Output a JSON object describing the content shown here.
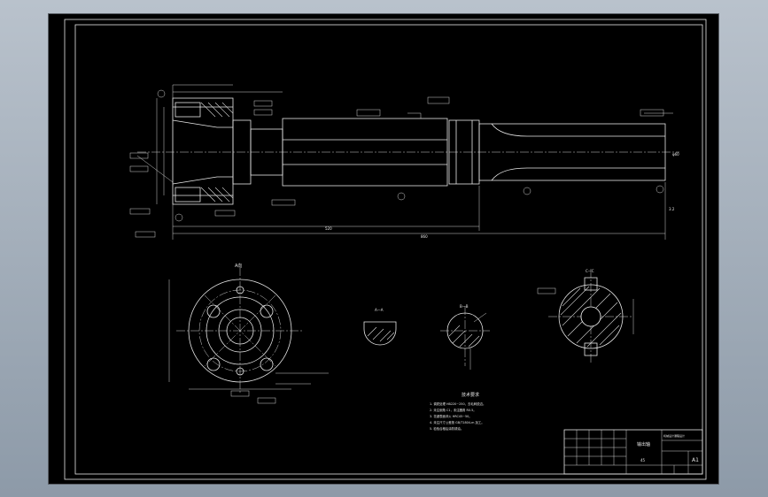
{
  "drawing": {
    "section_labels": {
      "view_left": "A—A",
      "view_mid": "B—B",
      "view_right": "C—C",
      "flange_view": "A向"
    },
    "tech_title": "技术要求",
    "tech_notes": [
      "1. 调质处理 HB220~250，去毛刺锐边。",
      "2. 未注倒角 C1，未注圆角 R0.5。",
      "3. 花键表面淬火 HRC45~50。",
      "4. 未注尺寸公差按 GB/T1804-m 加工。",
      "5. 检验合格后涂防锈油。"
    ],
    "title_block": {
      "drawing_name": "输出轴",
      "sheet_size": "A1",
      "company": "机械设计课程设计",
      "material": "45"
    },
    "dimensions": {
      "overall": "860",
      "middle": "520",
      "right_diameter": "φ60",
      "roughness": "3.2"
    }
  }
}
